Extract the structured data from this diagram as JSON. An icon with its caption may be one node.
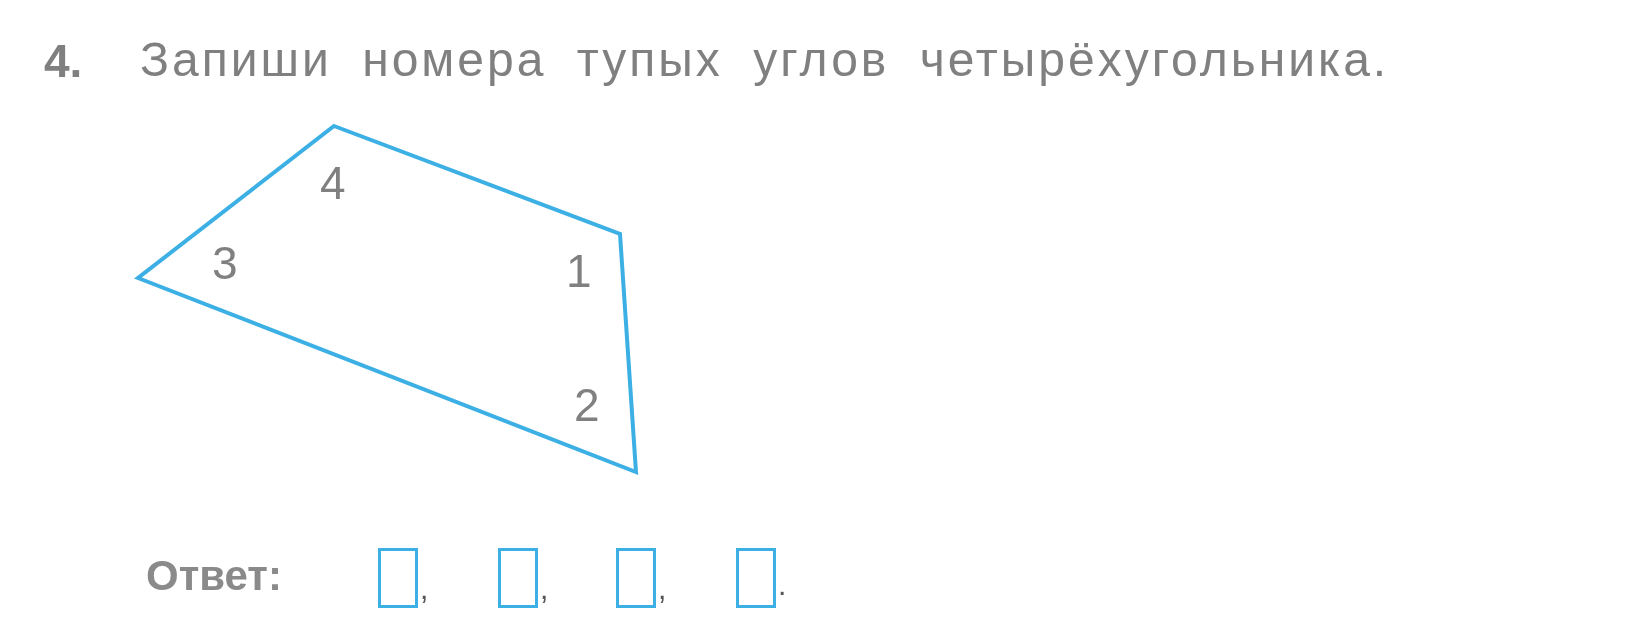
{
  "diagram": {
    "title": "Запиши номера тупых углов четырёхугольника.",
    "nodes": [
      {
        "text": [
          "4",
          "3",
          "1",
          "2"
        ]
      },
      {
        "text": [],
        "shape": "box"
      },
      {
        "text": [],
        "shape": "box"
      },
      {
        "text": [],
        "shape": "box"
      },
      {
        "text": [],
        "shape": "box"
      }
    ],
    "labels": [
      "4.",
      "Ответ:",
      ",",
      ",",
      ",",
      "."
    ]
  }
}
